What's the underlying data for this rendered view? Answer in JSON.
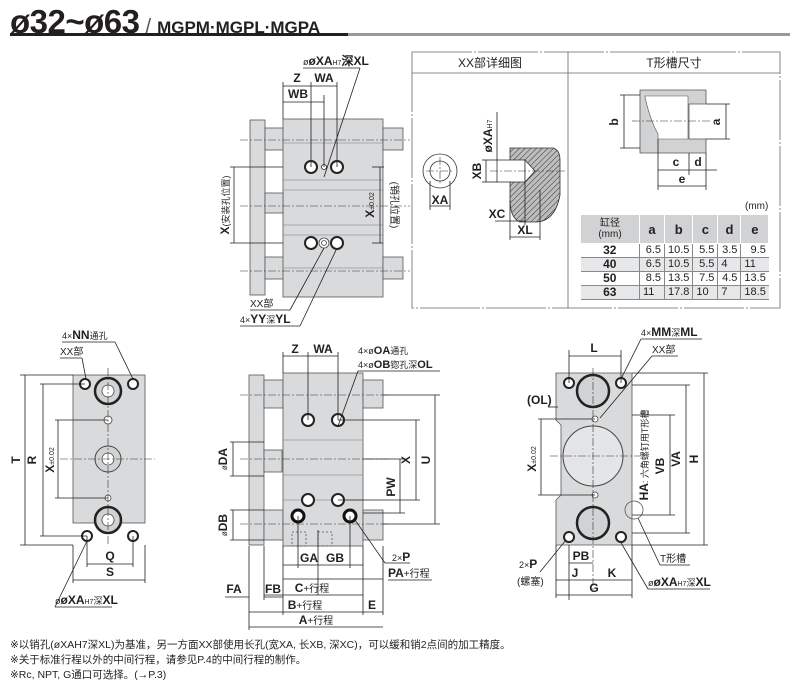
{
  "header": {
    "title": "ø32~ø63",
    "separator": "/",
    "models": "MGPM·MGPL·MGPA"
  },
  "detail_panel": {
    "xx_detail_title": "XX部详细图",
    "t_slot_title": "T形槽尺寸",
    "xx_labels": {
      "xa_h7": "øXA",
      "h7": "H7",
      "xb": "XB",
      "xa": "XA",
      "xc": "XC",
      "xl": "XL"
    },
    "t_slot_labels": {
      "a": "a",
      "b": "b",
      "c": "c",
      "d": "d",
      "e": "e"
    }
  },
  "t_slot_table": {
    "unit": "(mm)",
    "bore_header_line1": "缸径",
    "bore_header_line2": "(mm)",
    "columns": [
      "a",
      "b",
      "c",
      "d",
      "e"
    ],
    "rows": [
      {
        "bore": "32",
        "values": [
          "6.5",
          "10.5",
          "5.5",
          "3.5",
          "9.5"
        ]
      },
      {
        "bore": "40",
        "values": [
          "6.5",
          "10.5",
          "5.5",
          "4",
          "11"
        ]
      },
      {
        "bore": "50",
        "values": [
          "8.5",
          "13.5",
          "7.5",
          "4.5",
          "13.5"
        ]
      },
      {
        "bore": "63",
        "values": [
          "11",
          "17.8",
          "10",
          "7",
          "18.5"
        ]
      }
    ]
  },
  "top_view": {
    "pin_hole_label": "øXA",
    "pin_hole_sub": "H7",
    "pin_hole_depth": "深XL",
    "z": "Z",
    "wa": "WA",
    "wb": "WB",
    "x_mount": "X",
    "x_mount_note": "(安装孔位置)",
    "x_pin": "X",
    "x_pin_tol": "±0.02",
    "x_pin_note": "(销孔位置)",
    "xx_part": "XX部",
    "yy_prefix": "4×",
    "yy": "YY",
    "yy_depth_cn": "深",
    "yl": "YL"
  },
  "front_view": {
    "nn_prefix": "4×",
    "nn": "NN",
    "nn_cn": "通孔",
    "xx_part": "XX部",
    "t": "T",
    "r": "R",
    "x": "X",
    "x_tol": "±0.02",
    "q": "Q",
    "s": "S",
    "pin_label": "øXA",
    "pin_sub": "H7",
    "pin_depth_cn": "深",
    "pin_xl": "XL"
  },
  "side_view": {
    "z": "Z",
    "wa": "WA",
    "oa_prefix": "4×ø",
    "oa": "OA",
    "oa_cn": "通孔",
    "ob_prefix": "4×ø",
    "ob": "OB",
    "ob_cn": "锪孔深",
    "ol": "OL",
    "da": "øDA",
    "db": "øDB",
    "x": "X",
    "u": "U",
    "pw": "PW",
    "ga": "GA",
    "gb": "GB",
    "p_prefix": "2×",
    "p": "P",
    "pa": "PA",
    "stroke_cn": "+行程",
    "fa": "FA",
    "fb": "FB",
    "c": "C",
    "b": "B",
    "a": "A",
    "e": "E"
  },
  "rear_view": {
    "mm_prefix": "4×",
    "mm": "MM",
    "mm_depth_cn": "深",
    "ml": "ML",
    "xx_part": "XX部",
    "l": "L",
    "ol": "(OL)",
    "x": "X",
    "x_tol": "±0.02",
    "ha": "HA",
    "ha_cn": ": 六角螺钉用T形槽",
    "vb": "VB",
    "va": "VA",
    "h": "H",
    "t_slot": "T形槽",
    "p_prefix": "2×",
    "p": "P",
    "plug_cn": "(螺塞)",
    "pb": "PB",
    "j": "J",
    "k": "K",
    "g": "G",
    "pin_label": "øXA",
    "pin_sub": "H7",
    "pin_depth_cn": "深",
    "pin_xl": "XL"
  },
  "notes": [
    "※以销孔(øXAH7深XL)为基准，另一方面XX部使用长孔(宽XA, 长XB, 深XC)，可以缓和销2点间的加工精度。",
    "※关于标准行程以外的中间行程，请参见P.4的中间行程的制作。",
    "※Rc, NPT, G通口可选择。(→P.3)"
  ]
}
